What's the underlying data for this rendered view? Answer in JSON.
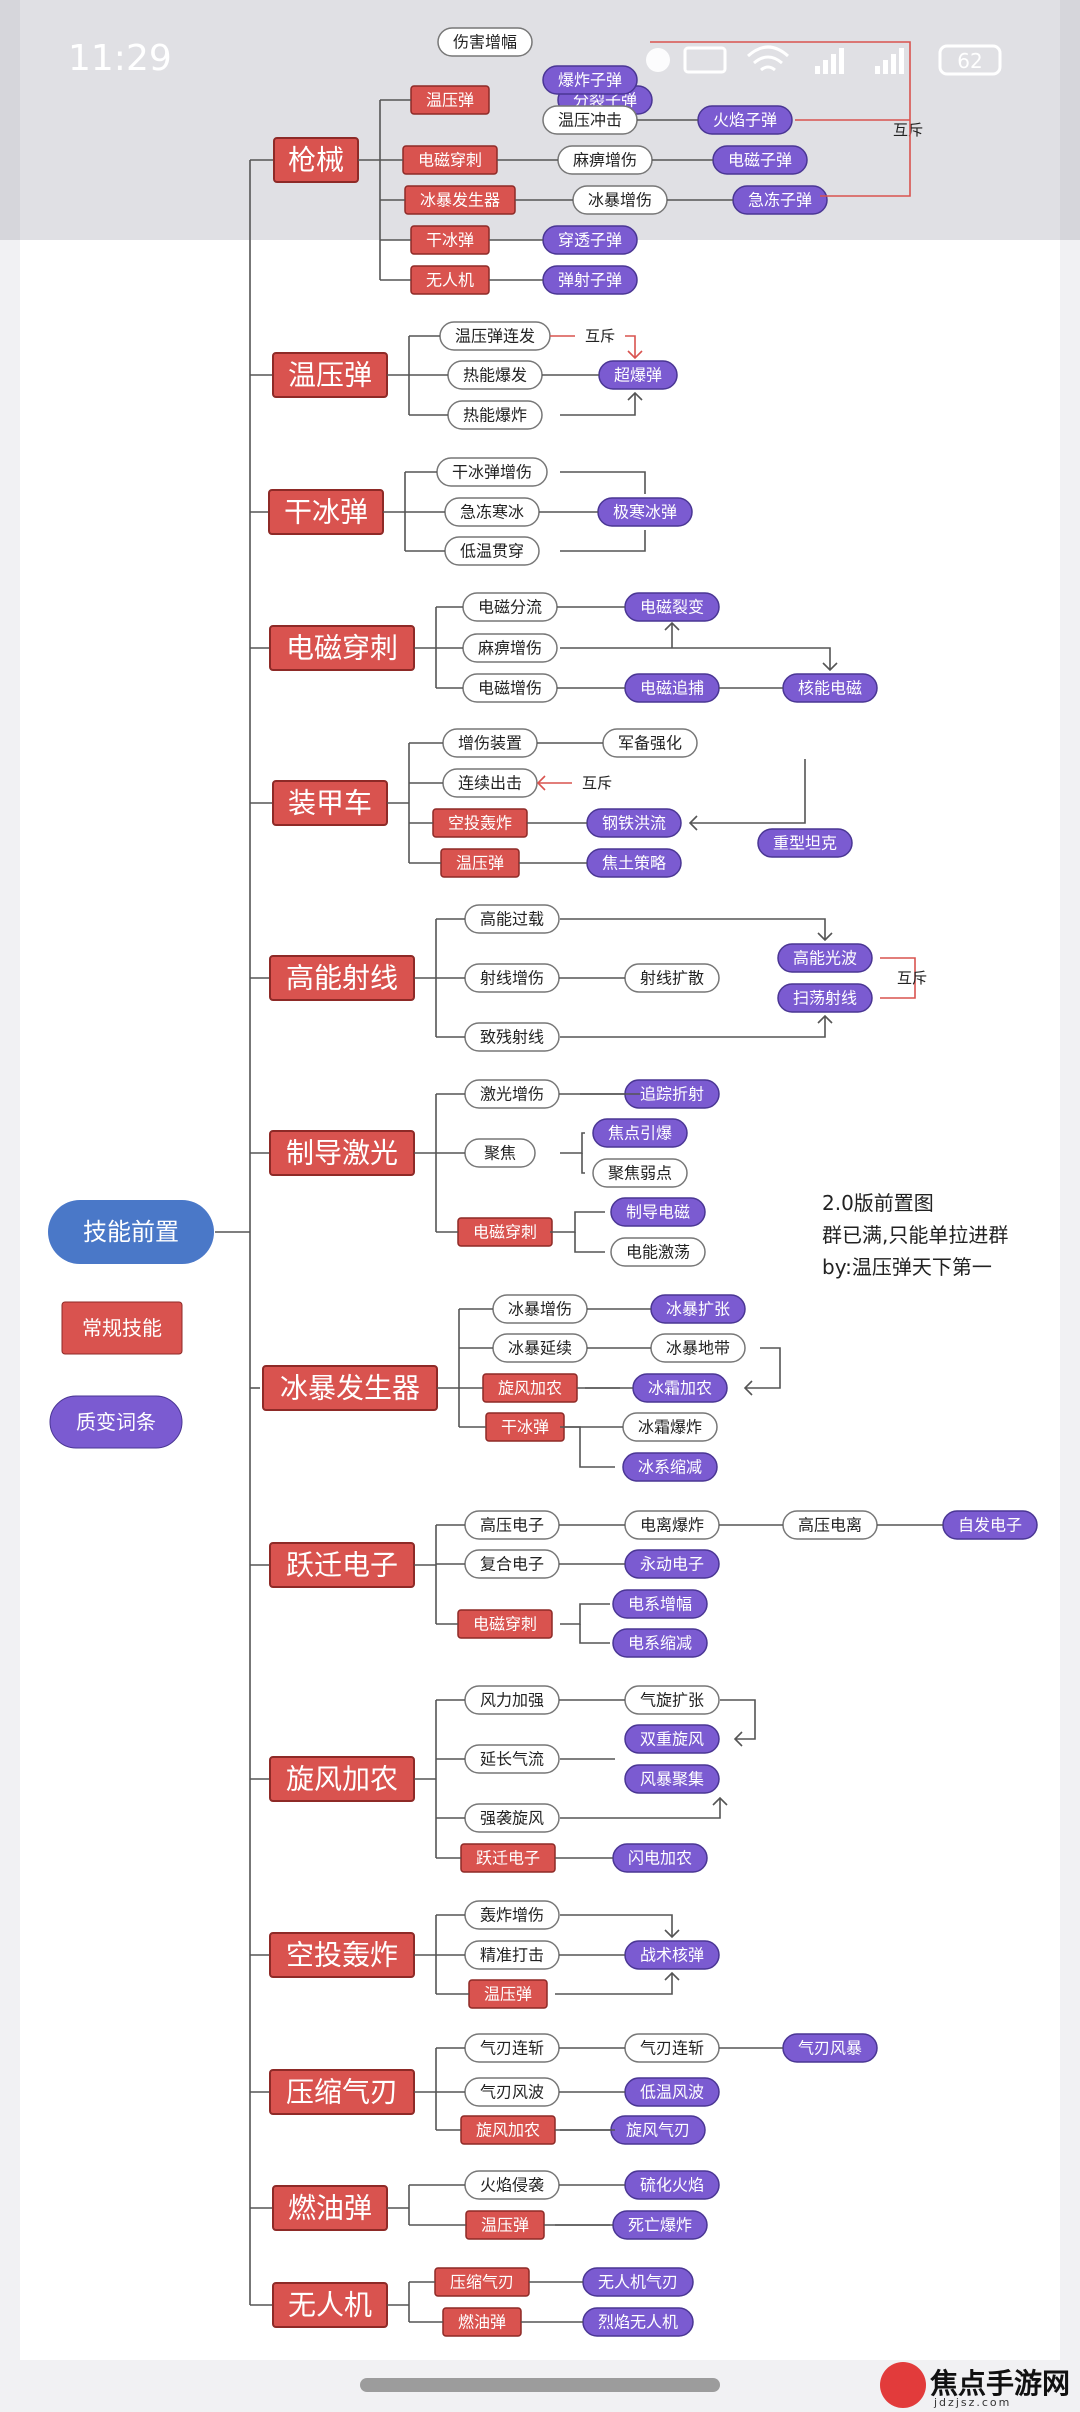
{
  "status_bar": {
    "time": "11:29",
    "battery": "62"
  },
  "nav": {
    "back_icon": "chevron-left-icon",
    "more_icon": "more-vert-icon"
  },
  "root": "技能前置",
  "legend": {
    "normal": "常规技能",
    "quality": "质变词条"
  },
  "note": {
    "lines": [
      "2.0版前置图",
      "群已满,只能单拉进群",
      "by:温压弹天下第一"
    ]
  },
  "mutex_label": "互斥",
  "colors": {
    "red": "#d9534f",
    "purple": "#7b5bd1",
    "blue": "#4a78c8",
    "line": "#555555",
    "mutex": "#d9534f"
  },
  "watermark_brand": "焦点手游网",
  "watermark_url": "jdzjsz.com",
  "groups": [
    {
      "name": "枪械",
      "nodes": [
        {
          "t": "伤害增幅",
          "s": "w"
        },
        {
          "t": "分裂子弹",
          "s": "p"
        },
        {
          "t": "温压弹",
          "s": "r"
        },
        {
          "t": "爆炸子弹",
          "s": "p"
        },
        {
          "t": "温压冲击",
          "s": "w"
        },
        {
          "t": "火焰子弹",
          "s": "p"
        },
        {
          "t": "电磁穿刺",
          "s": "r"
        },
        {
          "t": "麻痹增伤",
          "s": "w"
        },
        {
          "t": "电磁子弹",
          "s": "p"
        },
        {
          "t": "冰暴发生器",
          "s": "r"
        },
        {
          "t": "冰暴增伤",
          "s": "w"
        },
        {
          "t": "急冻子弹",
          "s": "p"
        },
        {
          "t": "干冰弹",
          "s": "r"
        },
        {
          "t": "穿透子弹",
          "s": "p"
        },
        {
          "t": "无人机",
          "s": "r"
        },
        {
          "t": "弹射子弹",
          "s": "p"
        }
      ]
    },
    {
      "name": "温压弹",
      "nodes": [
        {
          "t": "温压弹连发",
          "s": "w"
        },
        {
          "t": "热能爆发",
          "s": "w"
        },
        {
          "t": "热能爆炸",
          "s": "w"
        },
        {
          "t": "超爆弹",
          "s": "p"
        }
      ]
    },
    {
      "name": "干冰弹",
      "nodes": [
        {
          "t": "干冰弹增伤",
          "s": "w"
        },
        {
          "t": "急冻寒冰",
          "s": "w"
        },
        {
          "t": "低温贯穿",
          "s": "w"
        },
        {
          "t": "极寒冰弹",
          "s": "p"
        }
      ]
    },
    {
      "name": "电磁穿刺",
      "nodes": [
        {
          "t": "电磁分流",
          "s": "w"
        },
        {
          "t": "电磁裂变",
          "s": "p"
        },
        {
          "t": "麻痹增伤",
          "s": "w"
        },
        {
          "t": "电磁增伤",
          "s": "w"
        },
        {
          "t": "电磁追捕",
          "s": "p"
        },
        {
          "t": "核能电磁",
          "s": "p"
        }
      ]
    },
    {
      "name": "装甲车",
      "nodes": [
        {
          "t": "增伤装置",
          "s": "w"
        },
        {
          "t": "军备强化",
          "s": "w"
        },
        {
          "t": "重型坦克",
          "s": "p"
        },
        {
          "t": "连续出击",
          "s": "w"
        },
        {
          "t": "空投轰炸",
          "s": "r"
        },
        {
          "t": "钢铁洪流",
          "s": "p"
        },
        {
          "t": "温压弹",
          "s": "r"
        },
        {
          "t": "焦土策略",
          "s": "p"
        }
      ]
    },
    {
      "name": "高能射线",
      "nodes": [
        {
          "t": "高能过载",
          "s": "w"
        },
        {
          "t": "射线增伤",
          "s": "w"
        },
        {
          "t": "射线扩散",
          "s": "w"
        },
        {
          "t": "高能光波",
          "s": "p"
        },
        {
          "t": "扫荡射线",
          "s": "p"
        },
        {
          "t": "致残射线",
          "s": "w"
        }
      ]
    },
    {
      "name": "制导激光",
      "nodes": [
        {
          "t": "激光增伤",
          "s": "w"
        },
        {
          "t": "追踪折射",
          "s": "p"
        },
        {
          "t": "聚焦",
          "s": "w"
        },
        {
          "t": "焦点引爆",
          "s": "p"
        },
        {
          "t": "聚焦弱点",
          "s": "w"
        },
        {
          "t": "电磁穿刺",
          "s": "r"
        },
        {
          "t": "制导电磁",
          "s": "p"
        },
        {
          "t": "电能激荡",
          "s": "w"
        }
      ]
    },
    {
      "name": "冰暴发生器",
      "nodes": [
        {
          "t": "冰暴增伤",
          "s": "w"
        },
        {
          "t": "冰暴扩张",
          "s": "p"
        },
        {
          "t": "冰暴延续",
          "s": "w"
        },
        {
          "t": "冰暴地带",
          "s": "w"
        },
        {
          "t": "旋风加农",
          "s": "r"
        },
        {
          "t": "冰霜加农",
          "s": "p"
        },
        {
          "t": "干冰弹",
          "s": "r"
        },
        {
          "t": "冰霜爆炸",
          "s": "w"
        },
        {
          "t": "冰系缩减",
          "s": "p"
        }
      ]
    },
    {
      "name": "跃迁电子",
      "nodes": [
        {
          "t": "高压电子",
          "s": "w"
        },
        {
          "t": "电离爆炸",
          "s": "w"
        },
        {
          "t": "高压电离",
          "s": "w"
        },
        {
          "t": "自发电子",
          "s": "p"
        },
        {
          "t": "复合电子",
          "s": "w"
        },
        {
          "t": "永动电子",
          "s": "p"
        },
        {
          "t": "电磁穿刺",
          "s": "r"
        },
        {
          "t": "电系增幅",
          "s": "p"
        },
        {
          "t": "电系缩减",
          "s": "p"
        }
      ]
    },
    {
      "name": "旋风加农",
      "nodes": [
        {
          "t": "风力加强",
          "s": "w"
        },
        {
          "t": "气旋扩张",
          "s": "w"
        },
        {
          "t": "延长气流",
          "s": "w"
        },
        {
          "t": "双重旋风",
          "s": "p"
        },
        {
          "t": "风暴聚集",
          "s": "p"
        },
        {
          "t": "强袭旋风",
          "s": "w"
        },
        {
          "t": "跃迁电子",
          "s": "r"
        },
        {
          "t": "闪电加农",
          "s": "p"
        }
      ]
    },
    {
      "name": "空投轰炸",
      "nodes": [
        {
          "t": "轰炸增伤",
          "s": "w"
        },
        {
          "t": "精准打击",
          "s": "w"
        },
        {
          "t": "温压弹",
          "s": "r"
        },
        {
          "t": "战术核弹",
          "s": "p"
        }
      ]
    },
    {
      "name": "压缩气刃",
      "nodes": [
        {
          "t": "气刃连斩",
          "s": "w"
        },
        {
          "t": "气刃连斩",
          "s": "w"
        },
        {
          "t": "气刃风暴",
          "s": "p"
        },
        {
          "t": "气刃风波",
          "s": "w"
        },
        {
          "t": "低温风波",
          "s": "p"
        },
        {
          "t": "旋风加农",
          "s": "r"
        },
        {
          "t": "旋风气刃",
          "s": "p"
        }
      ]
    },
    {
      "name": "燃油弹",
      "nodes": [
        {
          "t": "火焰侵袭",
          "s": "w"
        },
        {
          "t": "硫化火焰",
          "s": "p"
        },
        {
          "t": "温压弹",
          "s": "r"
        },
        {
          "t": "死亡爆炸",
          "s": "p"
        }
      ]
    },
    {
      "name": "无人机",
      "nodes": [
        {
          "t": "压缩气刃",
          "s": "r"
        },
        {
          "t": "无人机气刃",
          "s": "p"
        },
        {
          "t": "燃油弹",
          "s": "r"
        },
        {
          "t": "烈焰无人机",
          "s": "p"
        }
      ]
    }
  ]
}
